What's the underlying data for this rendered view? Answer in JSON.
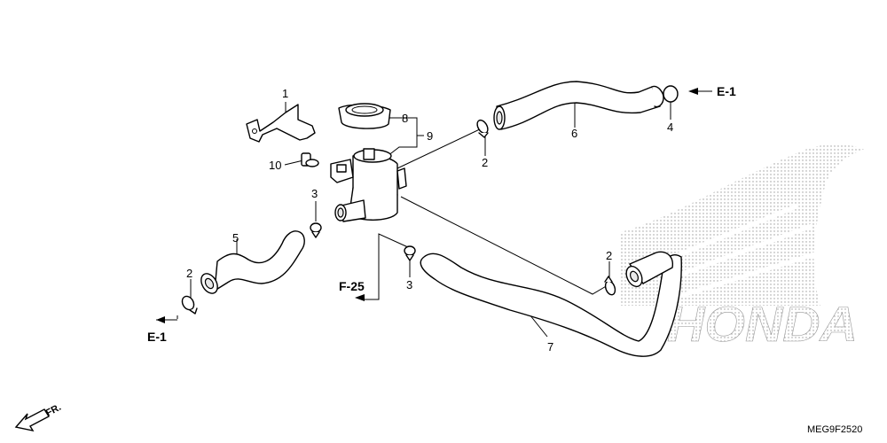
{
  "callouts": {
    "c1": "1",
    "c2a": "2",
    "c2b": "2",
    "c2c": "2",
    "c3a": "3",
    "c3b": "3",
    "c4": "4",
    "c5": "5",
    "c6": "6",
    "c7": "7",
    "c8": "8",
    "c9": "9",
    "c10": "10"
  },
  "references": {
    "e1_top": "E-1",
    "e1_bottom": "E-1",
    "f25": "F-25"
  },
  "direction": {
    "front": "FR."
  },
  "watermark": {
    "brand": "HONDA"
  },
  "diagram_code": "MEG9F2520"
}
